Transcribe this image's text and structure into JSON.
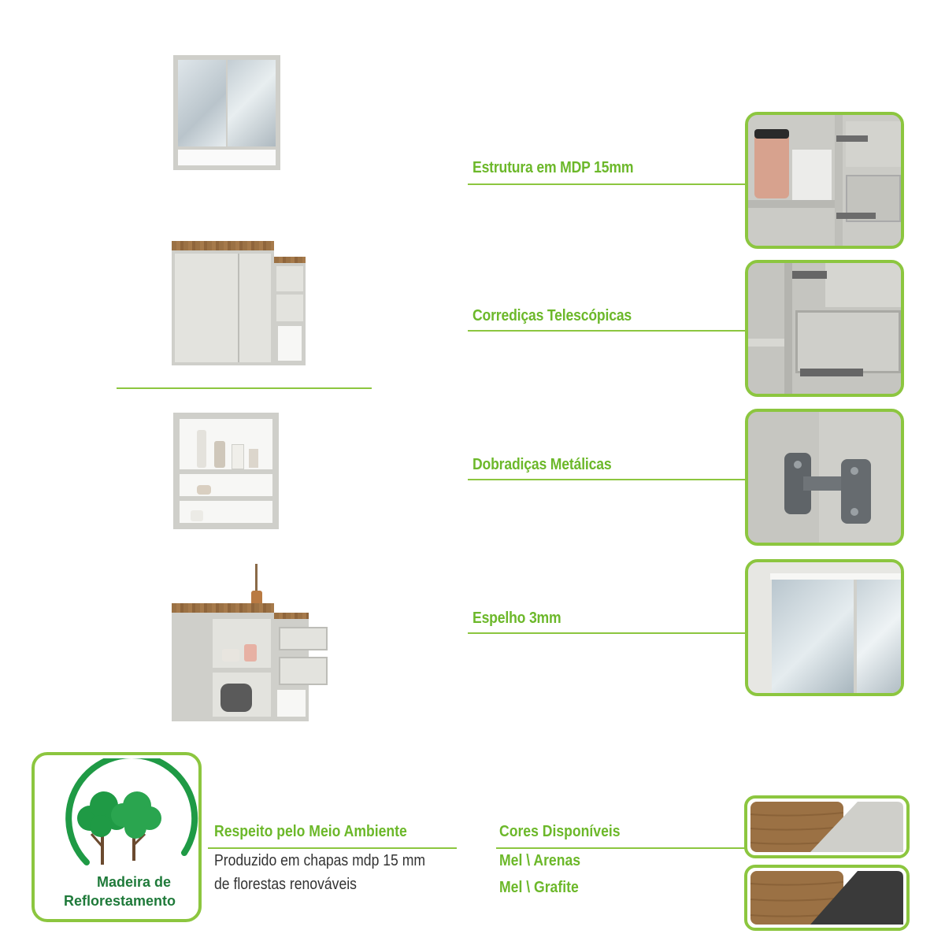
{
  "features": [
    {
      "label": "Estrutura em MDP 15mm",
      "photo_icon": "drawer-interior-photo"
    },
    {
      "label": "Corrediças Telescópicas",
      "photo_icon": "telescopic-slide-photo"
    },
    {
      "label": "Dobradiças Metálicas",
      "photo_icon": "metal-hinge-photo"
    },
    {
      "label": "Espelho 3mm",
      "photo_icon": "mirror-detail-photo"
    }
  ],
  "badge": {
    "icon": "trees-icon",
    "line1": "Madeira de",
    "line2": "Reflorestamento"
  },
  "environment": {
    "title": "Respeito pelo Meio Ambiente",
    "line1": "Produzido em chapas mdp 15 mm",
    "line2": "de florestas renováveis"
  },
  "colors": {
    "title": "Cores Disponíveis",
    "options": [
      "Mel \\ Arenas",
      "Mel \\ Grafite"
    ],
    "swatches": [
      {
        "wood": "#9b7144",
        "finish": "#cfcfca"
      },
      {
        "wood": "#9b7144",
        "finish": "#3a3a3a"
      }
    ]
  },
  "accent": "#8cc63f",
  "text_accent": "#6cb82a"
}
